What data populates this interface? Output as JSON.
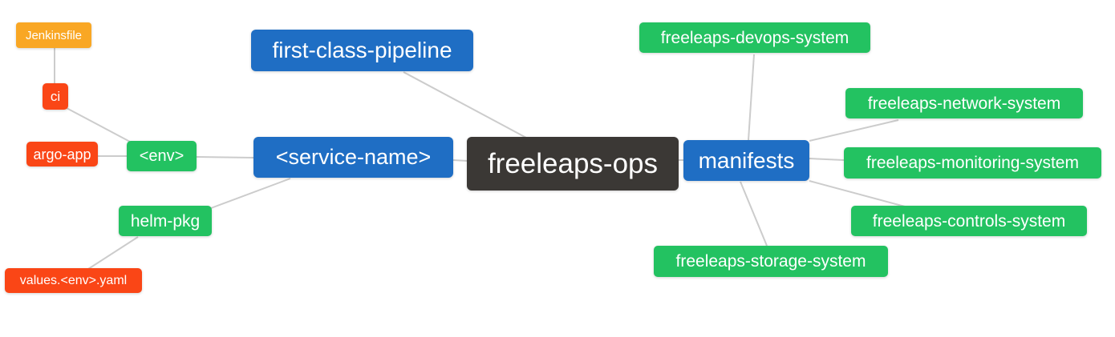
{
  "diagram": {
    "type": "mindmap",
    "palette": {
      "blue": "#1f6ec4",
      "green": "#23c261",
      "orange": "#f9a724",
      "red": "#fa4616",
      "dark": "#3b3835",
      "edge": "#cccccc",
      "text": "#ffffff",
      "background": "#ffffff"
    },
    "nodes": {
      "freeleaps_ops": {
        "label": "freeleaps-ops"
      },
      "first_class_pipeline": {
        "label": "first-class-pipeline"
      },
      "service_name": {
        "label": "<service-name>"
      },
      "env": {
        "label": "<env>"
      },
      "ci": {
        "label": "ci"
      },
      "jenkinsfile": {
        "label": "Jenkinsfile"
      },
      "argo_app": {
        "label": "argo-app"
      },
      "helm_pkg": {
        "label": "helm-pkg"
      },
      "values_env_yaml": {
        "label": "values.<env>.yaml"
      },
      "manifests": {
        "label": "manifests"
      },
      "devops_system": {
        "label": "freeleaps-devops-system"
      },
      "network_system": {
        "label": "freeleaps-network-system"
      },
      "monitoring_system": {
        "label": "freeleaps-monitoring-system"
      },
      "controls_system": {
        "label": "freeleaps-controls-system"
      },
      "storage_system": {
        "label": "freeleaps-storage-system"
      }
    },
    "edges": [
      {
        "from": "ci",
        "to": "jenkinsfile"
      },
      {
        "from": "env",
        "to": "ci"
      },
      {
        "from": "env",
        "to": "argo_app"
      },
      {
        "from": "service_name",
        "to": "env"
      },
      {
        "from": "service_name",
        "to": "helm_pkg"
      },
      {
        "from": "helm_pkg",
        "to": "values_env_yaml"
      },
      {
        "from": "freeleaps_ops",
        "to": "first_class_pipeline"
      },
      {
        "from": "freeleaps_ops",
        "to": "service_name"
      },
      {
        "from": "freeleaps_ops",
        "to": "manifests"
      },
      {
        "from": "manifests",
        "to": "devops_system"
      },
      {
        "from": "manifests",
        "to": "network_system"
      },
      {
        "from": "manifests",
        "to": "monitoring_system"
      },
      {
        "from": "manifests",
        "to": "controls_system"
      },
      {
        "from": "manifests",
        "to": "storage_system"
      }
    ]
  }
}
